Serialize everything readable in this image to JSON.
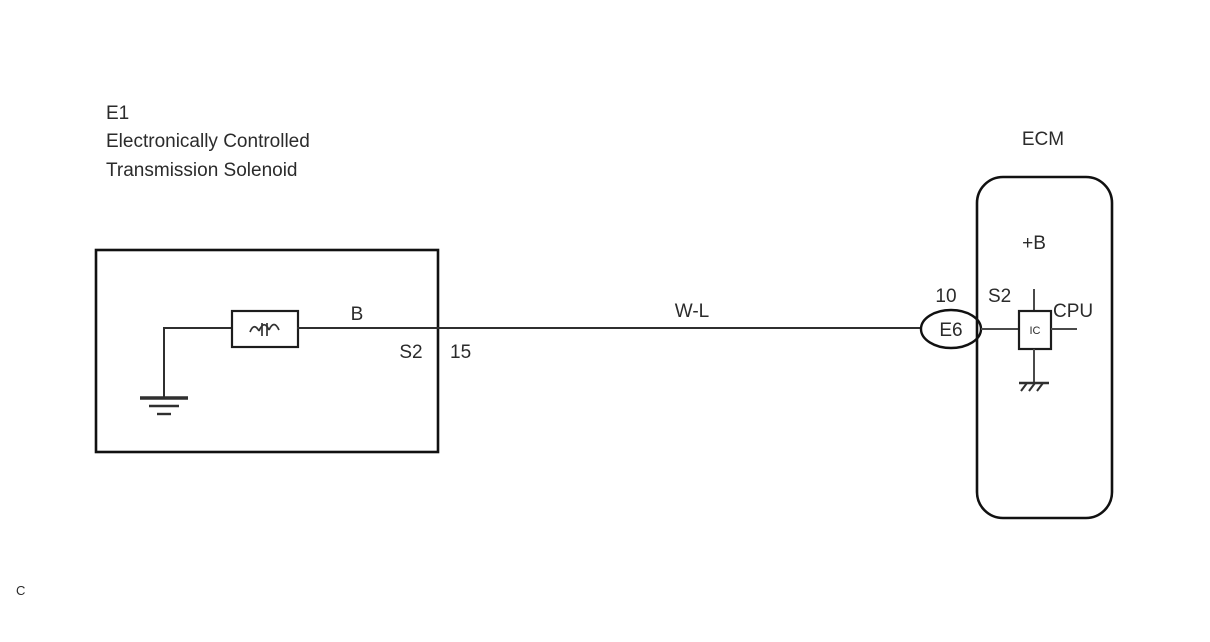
{
  "page": {
    "corner_mark": "C",
    "background": "#ffffff",
    "line_color": "#2f2f2f"
  },
  "left_component": {
    "id_label": "E1",
    "name_line1": "Electronically Controlled",
    "name_line2": "Transmission Solenoid",
    "terminal_label": "S2",
    "pin_number": "15",
    "symbol": "solenoid-coil"
  },
  "wires": [
    {
      "label": "B",
      "name": "black-wire-segment"
    },
    {
      "label": "W-L",
      "name": "white-blue-wire-segment"
    }
  ],
  "connector": {
    "label": "E6",
    "pin_number": "10"
  },
  "ecm": {
    "title": "ECM",
    "power_label": "+B",
    "terminal_label": "S2",
    "ic_label": "IC",
    "cpu_label": "CPU"
  },
  "ground_symbols": [
    {
      "name": "solenoid-ground",
      "style": "earth"
    },
    {
      "name": "ecm-ic-ground",
      "style": "chassis"
    }
  ]
}
